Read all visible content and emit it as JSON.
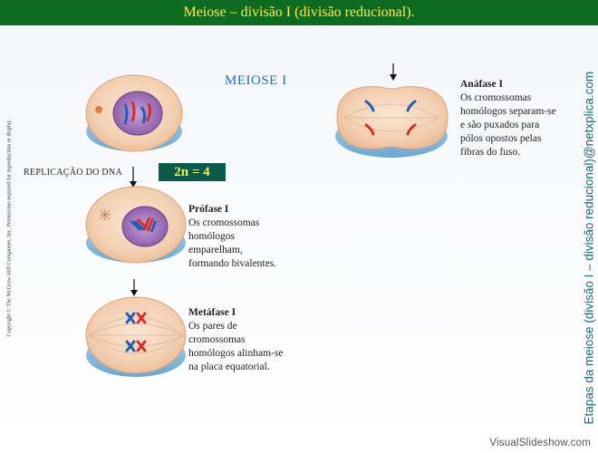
{
  "banner": {
    "title": "Meiose – divisão I (divisão reducional)."
  },
  "copyright": "Copyright © The McGraw-Hill Companies, Inc. Permission required for reproduction or display.",
  "side_caption": "Etapas da meiose (divisão I – divisão reducional)@netxplica.com",
  "heading": "MEIOSE I",
  "replication_label": "REPLICAÇÃO DO DNA",
  "ploidy_badge": "2n = 4",
  "stages": [
    {
      "title": "Prófase I",
      "lines": [
        "Os cromossomas",
        "homólogos",
        "emparelham,",
        "formando bivalentes."
      ]
    },
    {
      "title": "Metáfase I",
      "lines": [
        "Os pares de",
        "cromossomas",
        "homólogos alinham-se",
        "na placa equatorial."
      ]
    },
    {
      "title": "Anáfase I",
      "lines": [
        "Os cromossomas",
        "homólogos separam-se",
        "e são puxados para",
        "pólos opostos pelas",
        "fibras do fuso."
      ]
    }
  ],
  "footer": "VisualSlideshow.com",
  "colors": {
    "banner_bg": "#0e6b22",
    "banner_text": "#ffe94a",
    "badge_bg": "#0b5a4a",
    "heading": "#2c6ea8",
    "caption": "#1d6b75"
  }
}
